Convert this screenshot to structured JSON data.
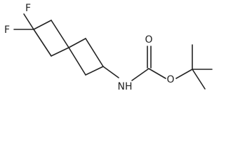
{
  "molecule": {
    "atoms": [
      {
        "id": "f1",
        "element": "F",
        "label": "F"
      },
      {
        "id": "f2",
        "element": "F",
        "label": "F"
      },
      {
        "id": "n1",
        "element": "N",
        "label": "NH"
      },
      {
        "id": "o1",
        "element": "O",
        "label": "O"
      },
      {
        "id": "o2",
        "element": "O",
        "label": "O"
      }
    ]
  },
  "colors": {
    "bond": "#222222",
    "label": "#222222",
    "background": "#ffffff"
  }
}
